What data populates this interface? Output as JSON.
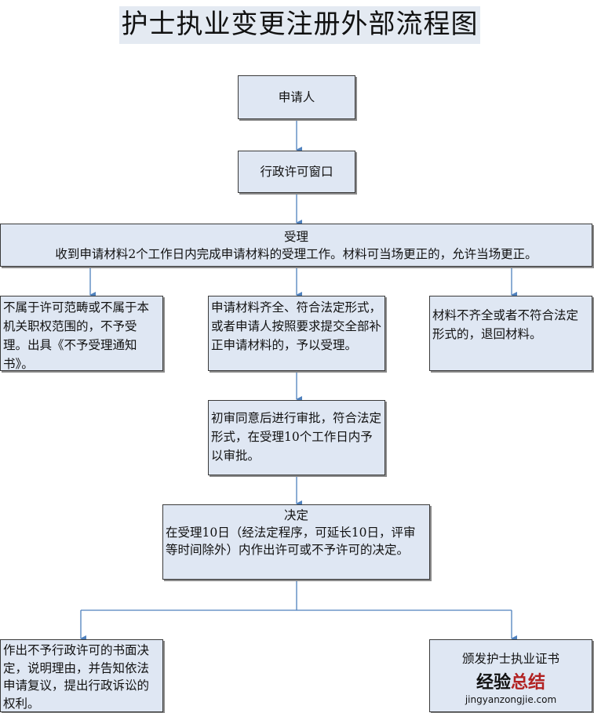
{
  "title": "护士执业变更注册外部流程图",
  "nodes": {
    "applicant": "申请人",
    "window": "行政许可窗口",
    "accept_title": "受理",
    "accept_text": "收到申请材料2个工作日内完成申请材料的受理工作。材料可当场更正的，允许当场更正。",
    "reject": "不属于许可范畴或不属于本机关职权范围的，不予受理。出具《不予受理通知书》。",
    "complete": "申请材料齐全、符合法定形式，或者申请人按照要求提交全部补正申请材料的，予以受理。",
    "return": "材料不齐全或者不符合法定形式的，退回材料。",
    "review": "初审同意后进行审批，符合法定形式，在受理10个工作日内予以审批。",
    "decision_title": "决定",
    "decision_text": "在受理10日（经法定程序，可延长10日，评审等时间除外）内作出许可或不予许可的决定。",
    "deny": "作出不予行政许可的书面决定，说明理由，并告知依法申请复议，提出行政诉讼的权利。",
    "issue": "颁发护士执业证书"
  },
  "watermark": {
    "part1": "经验",
    "part2": "总结",
    "url": "jingyanzongjie.com"
  },
  "colors": {
    "arrow": "#4f81bd",
    "box_fill": "#dfe7f3",
    "border": "#3a3a3a"
  }
}
